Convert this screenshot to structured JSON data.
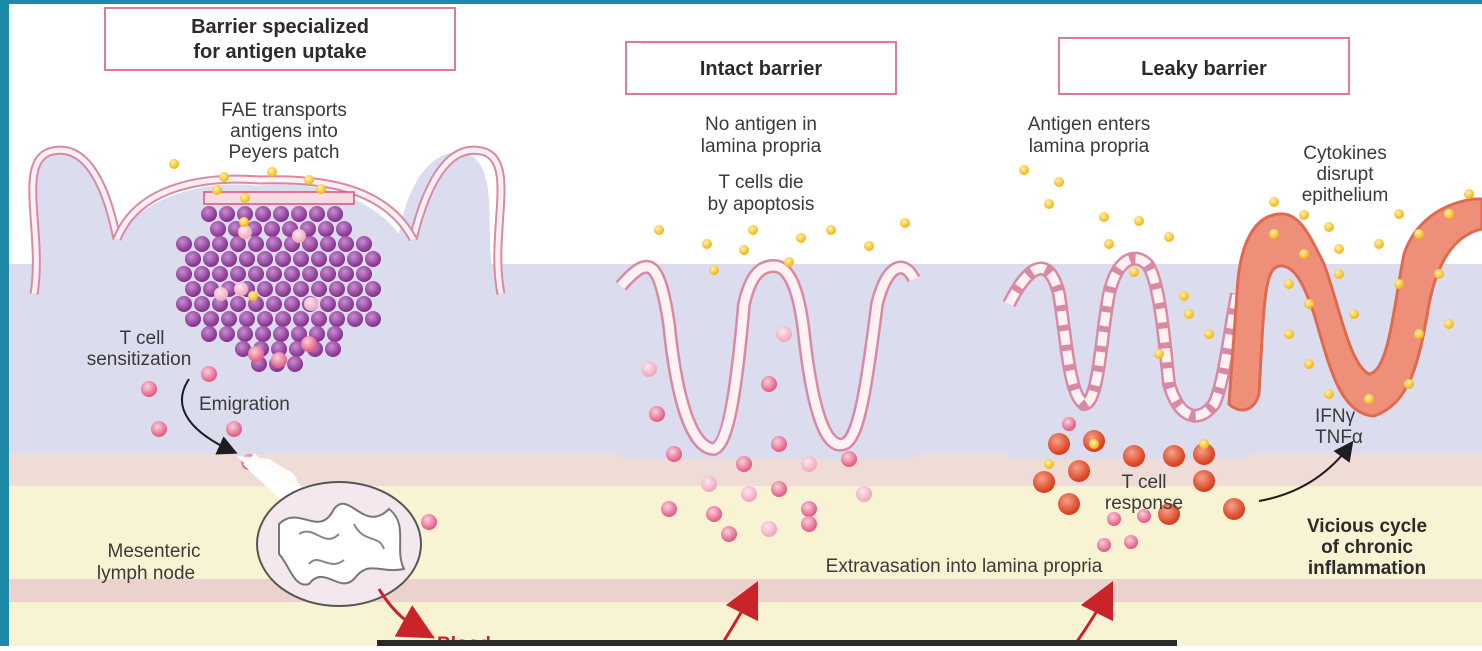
{
  "colors": {
    "frame": "#1e8aa8",
    "lamina": "#dcdcef",
    "submucosa": "#f3e0dc",
    "serosa": "#f8f3d2",
    "antigen": "#f7cf3c",
    "t_cell_naive": "#ec7c9c",
    "t_cell_effector": "#e4553b",
    "lymphoid": "#9a4fa8",
    "arrow_red": "#c8242a"
  },
  "panels": {
    "uptake": {
      "title_line1": "Barrier specialized",
      "title_line2": "for antigen uptake",
      "fae_line1": "FAE transports",
      "fae_line2": "antigens into",
      "fae_line3": "Peyers patch",
      "sensitization_line1": "T cell",
      "sensitization_line2": "sensitization",
      "emigration": "Emigration",
      "lymph_line1": "Mesenteric",
      "lymph_line2": "lymph node",
      "blood": "Blood"
    },
    "intact": {
      "title": "Intact barrier",
      "no_antigen_line1": "No antigen in",
      "no_antigen_line2": "lamina propria",
      "apoptosis_line1": "T cells die",
      "apoptosis_line2": "by apoptosis"
    },
    "leaky": {
      "title": "Leaky barrier",
      "enters_line1": "Antigen enters",
      "enters_line2": "lamina propria",
      "cytokines_line1": "Cytokines",
      "cytokines_line2": "disrupt",
      "cytokines_line3": "epithelium",
      "ifn": "IFNγ",
      "tnf": "TNFα",
      "response_line1": "T cell",
      "response_line2": "response",
      "cycle_line1": "Vicious cycle",
      "cycle_line2": "of chronic",
      "cycle_line3": "inflammation"
    },
    "shared": {
      "extravasation": "Extravasation into lamina propria"
    }
  }
}
